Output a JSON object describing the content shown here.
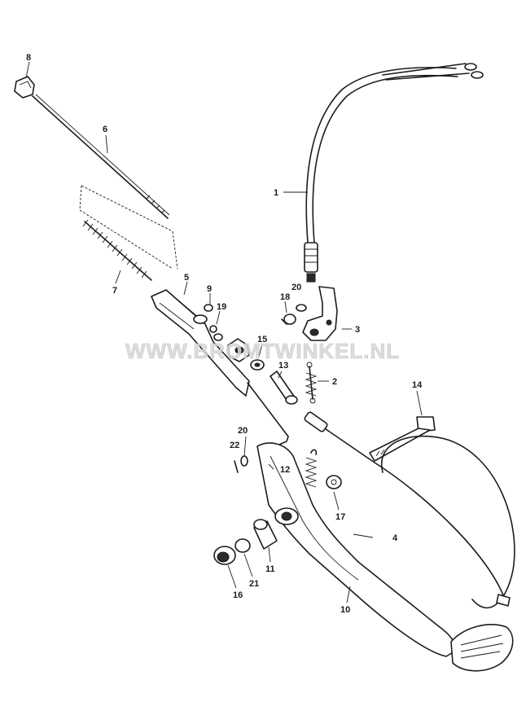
{
  "watermark": "WWW.BROMTWINKEL.NL",
  "callouts": [
    {
      "id": "1",
      "text": "1"
    },
    {
      "id": "2",
      "text": "2"
    },
    {
      "id": "3",
      "text": "3"
    },
    {
      "id": "4",
      "text": "4"
    },
    {
      "id": "5",
      "text": "5"
    },
    {
      "id": "6",
      "text": "6"
    },
    {
      "id": "7",
      "text": "7"
    },
    {
      "id": "8",
      "text": "8"
    },
    {
      "id": "9",
      "text": "9"
    },
    {
      "id": "10",
      "text": "10"
    },
    {
      "id": "11",
      "text": "11"
    },
    {
      "id": "12",
      "text": "12"
    },
    {
      "id": "13",
      "text": "13"
    },
    {
      "id": "14",
      "text": "14"
    },
    {
      "id": "15",
      "text": "15"
    },
    {
      "id": "16",
      "text": "16"
    },
    {
      "id": "17",
      "text": "17"
    },
    {
      "id": "18",
      "text": "18"
    },
    {
      "id": "19",
      "text": "19"
    },
    {
      "id": "20a",
      "text": "20"
    },
    {
      "id": "20b",
      "text": "20"
    },
    {
      "id": "21",
      "text": "21"
    },
    {
      "id": "22",
      "text": "22"
    }
  ]
}
